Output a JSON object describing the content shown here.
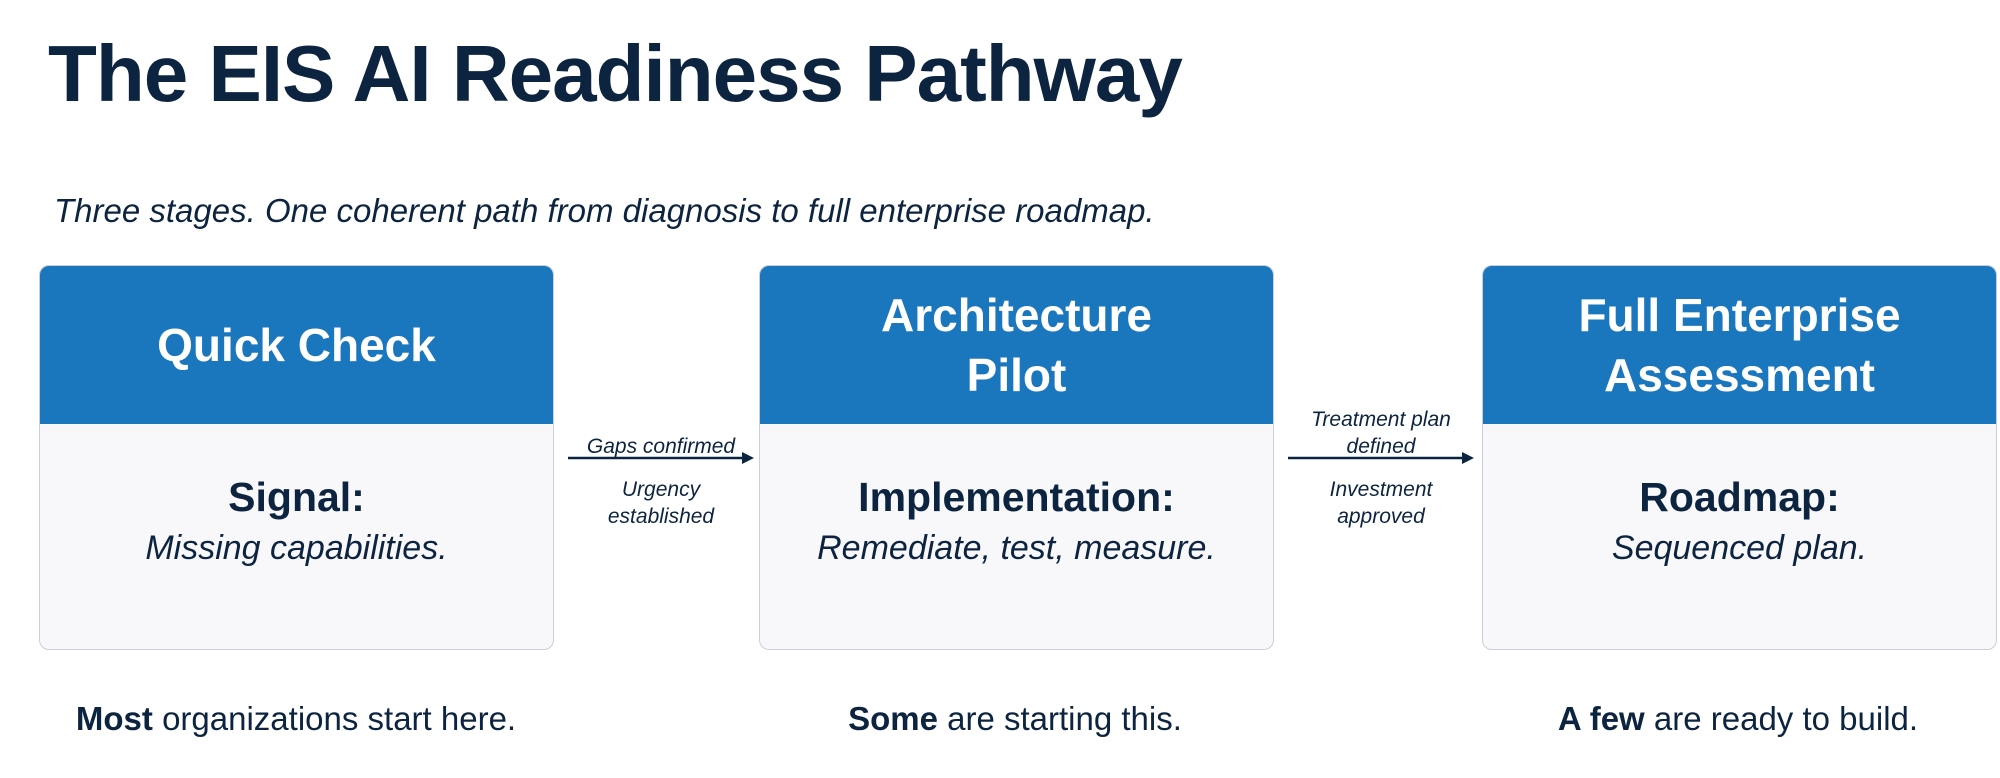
{
  "title": "The EIS AI Readiness Pathway",
  "subtitle": "Three stages. One coherent path from diagnosis to full enterprise roadmap.",
  "stages": [
    {
      "header_lines": [
        "Quick Check"
      ],
      "label": "Signal:",
      "description": "Missing capabilities.",
      "footer_bold": "Most",
      "footer_rest": " organizations start here."
    },
    {
      "header_lines": [
        "Architecture",
        "Pilot"
      ],
      "label": "Implementation:",
      "description": "Remediate, test, measure.",
      "footer_bold": "Some",
      "footer_rest": " are starting this."
    },
    {
      "header_lines": [
        "Full Enterprise",
        "Assessment"
      ],
      "label": "Roadmap:",
      "description": "Sequenced plan.",
      "footer_bold": "A few",
      "footer_rest": " are ready to build."
    }
  ],
  "transitions": [
    {
      "above": [
        "Gaps confirmed"
      ],
      "below": [
        "Urgency",
        "established"
      ]
    },
    {
      "above": [
        "Treatment plan",
        "defined"
      ],
      "below": [
        "Investment",
        "approved"
      ]
    }
  ],
  "colors": {
    "header_blue": "#1a76bd",
    "navy_text": "#0d2440",
    "card_body": "#f8f8fa",
    "card_border": "#c9ced8"
  }
}
